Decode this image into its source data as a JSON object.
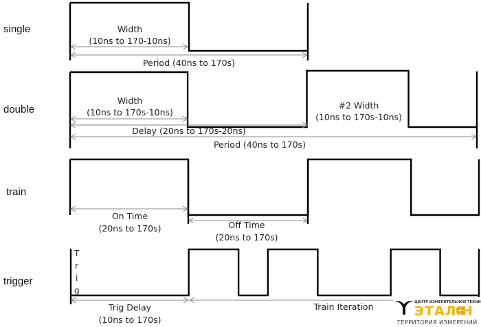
{
  "title": "Pulse generator output modes timing diagram",
  "rows": {
    "single": {
      "label": "single",
      "annotations": {
        "width_title": "Width",
        "width_range": "(10ns to 170-10ns)",
        "period": "Period (40ns to 170s)"
      }
    },
    "double": {
      "label": "double",
      "annotations": {
        "width_title": "Width",
        "width_range": "(10ns to 170s-10ns)",
        "delay": "Delay (20ns to 170s-20ns)",
        "width2_title": "#2 Width",
        "width2_range": "(10ns to 170s-10ns)",
        "period": "Period (40ns to 170s)"
      }
    },
    "train": {
      "label": "train",
      "annotations": {
        "on_title": "On Time",
        "on_range": "(20ns to 170s)",
        "off_title": "Off Time",
        "off_range": "(20ns to 170s)"
      }
    },
    "trigger": {
      "label": "trigger",
      "trig_marker": [
        "T",
        "r",
        "i",
        "g"
      ],
      "annotations": {
        "delay_title": "Trig Delay",
        "delay_range": "(10ns to 170s)",
        "iteration": "Train Iteration"
      }
    }
  },
  "waveforms": {
    "single": [
      [
        0,
        1
      ],
      [
        0.291,
        0
      ],
      [
        0.582,
        1
      ]
    ],
    "double": [
      [
        0,
        1
      ],
      [
        0.289,
        0
      ],
      [
        0.582,
        1
      ],
      [
        0.832,
        0
      ],
      [
        1.0,
        0
      ]
    ],
    "train": [
      [
        0,
        1
      ],
      [
        0.289,
        0
      ],
      [
        0.582,
        1
      ],
      [
        0.834,
        0
      ],
      [
        1.0,
        1
      ]
    ],
    "trigger": [
      [
        0,
        0
      ],
      [
        0.289,
        1
      ],
      [
        0.411,
        0
      ],
      [
        0.483,
        1
      ],
      [
        0.605,
        0
      ],
      [
        0.784,
        1
      ],
      [
        0.905,
        0
      ],
      [
        1.0,
        0
      ]
    ]
  },
  "logo": {
    "top_line": "ЦЕНТР ИЗМЕРИТЕЛЬНОЙ ТЕХНИКИ",
    "brand": "ЭТАЛ   Н",
    "bottom_line": "ТЕРРИТОРИЯ ИЗМЕРЕНИЙ",
    "brand_color": "#f5b700",
    "globe_color": "#e8a800"
  },
  "colors": {
    "wave": "#000000",
    "arrow": "#8a8a8a",
    "text": "#222222"
  }
}
